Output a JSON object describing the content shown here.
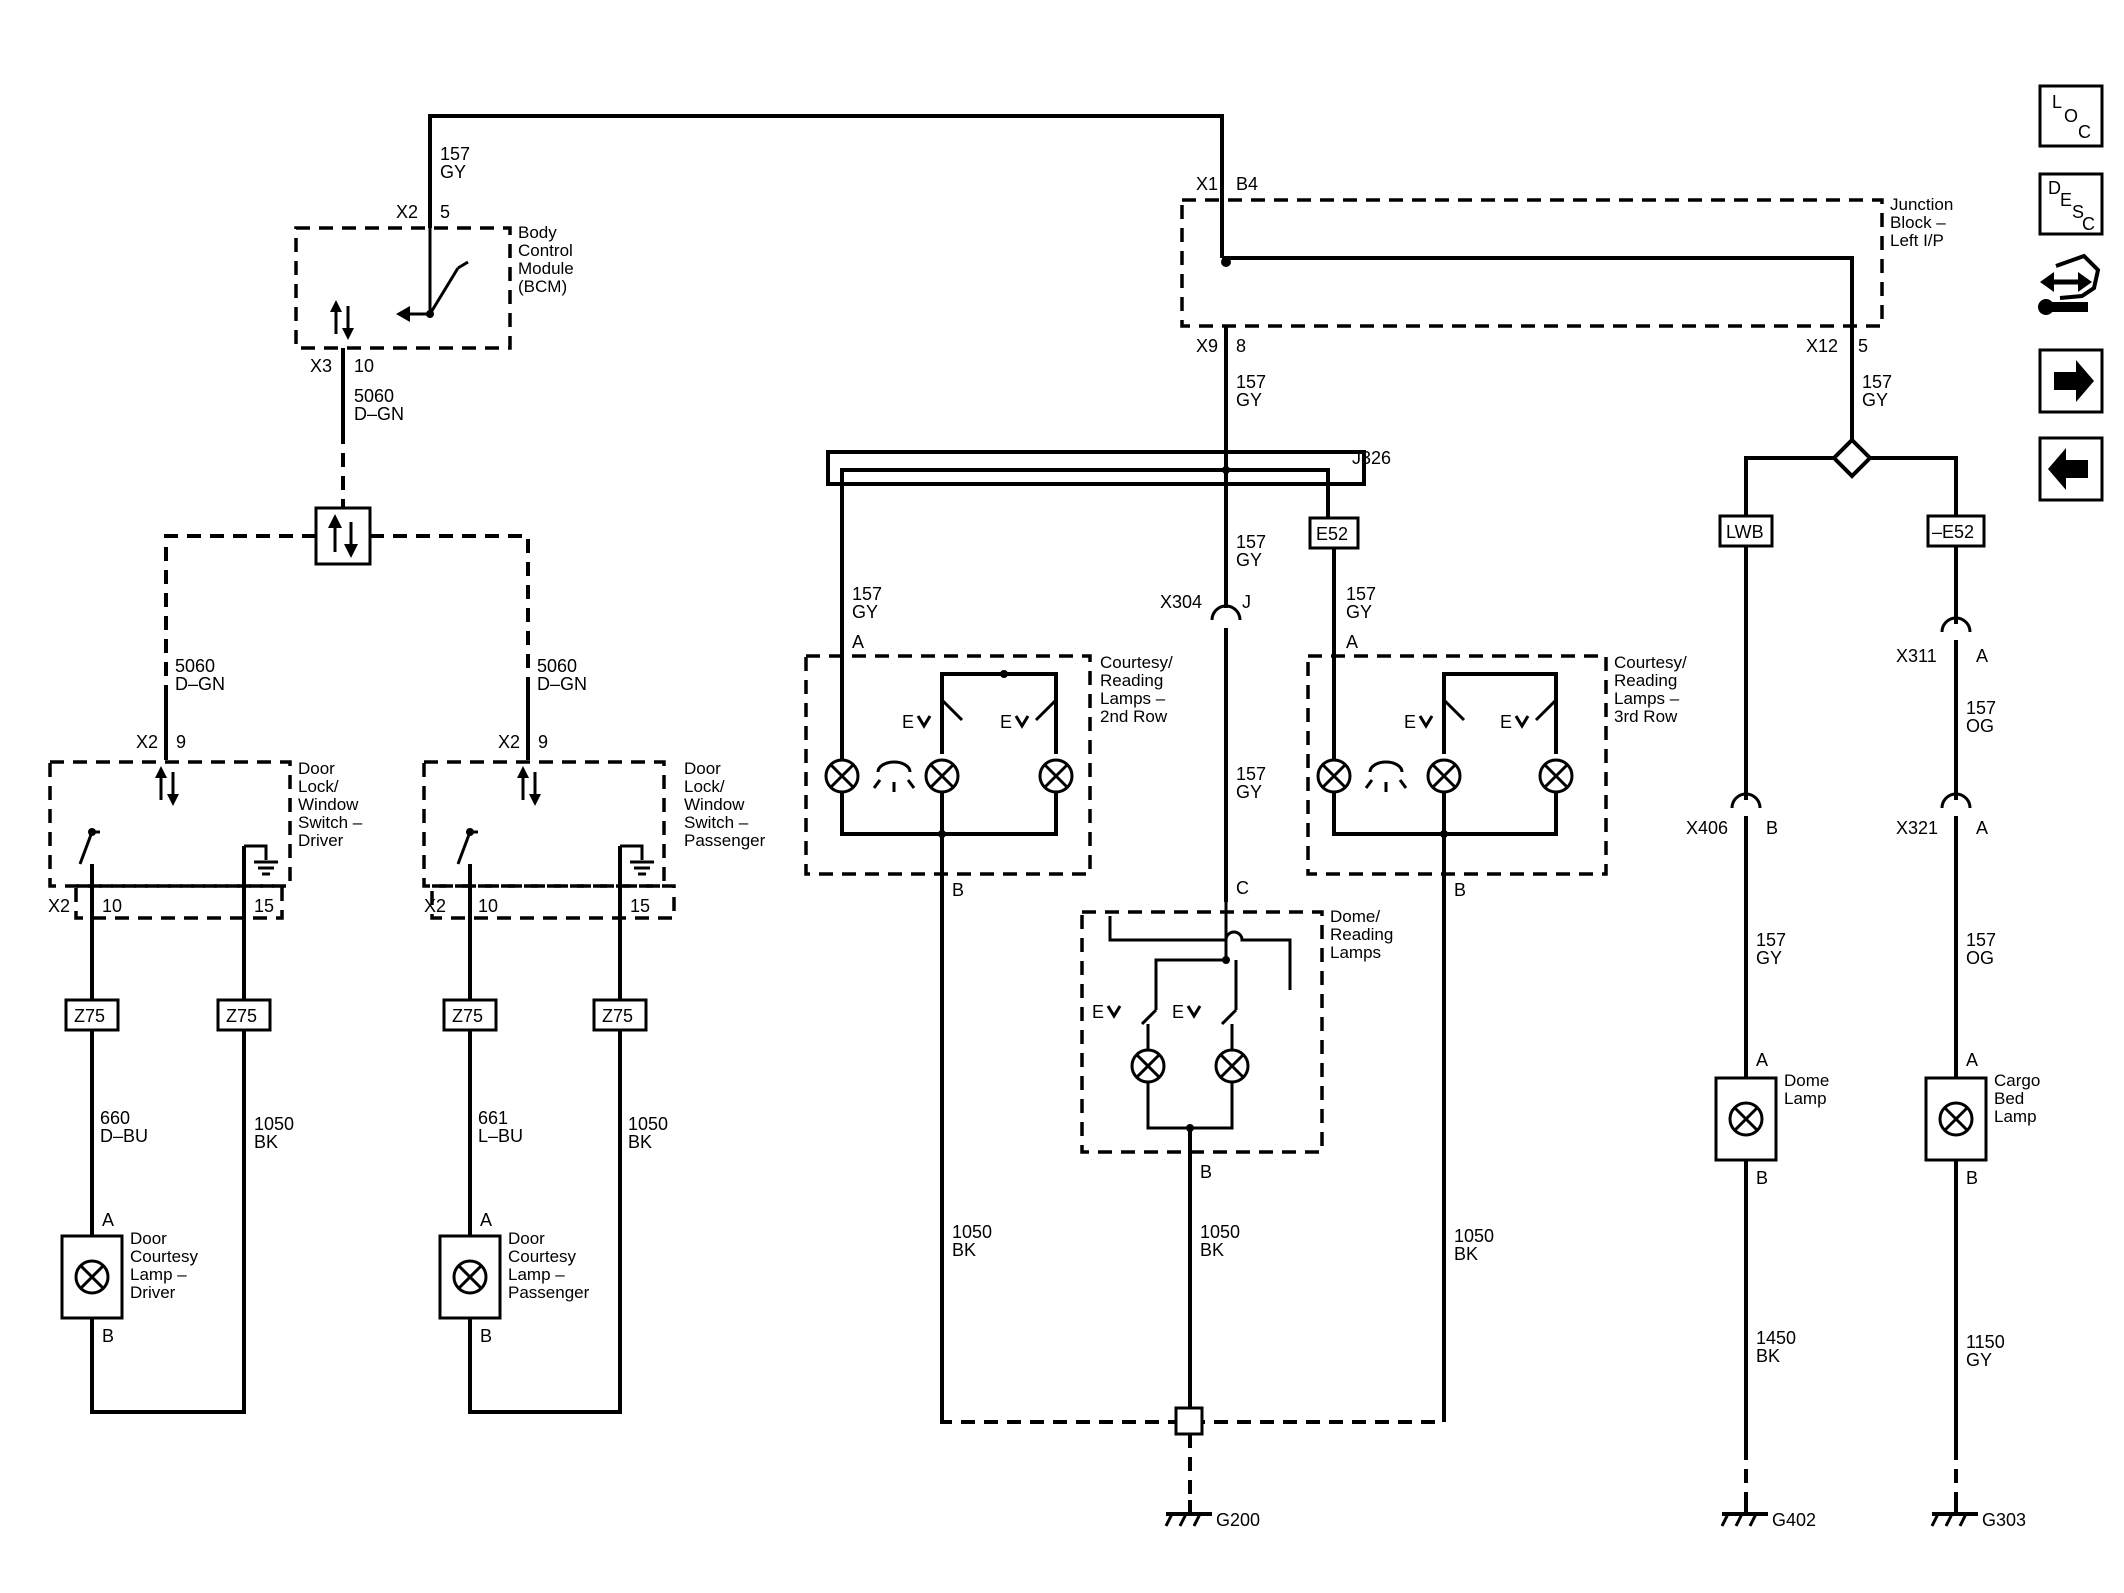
{
  "wires": {
    "w157_gy": [
      "157",
      "GY"
    ],
    "w157_og": [
      "157",
      "OG"
    ],
    "w5060_dgn": [
      "5060",
      "D–GN"
    ],
    "w660_dbu": [
      "660",
      "D–BU"
    ],
    "w661_lbu": [
      "661",
      "L–BU"
    ],
    "w1050_bk": [
      "1050",
      "BK"
    ],
    "w1450_bk": [
      "1450",
      "BK"
    ],
    "w1150_gy": [
      "1150",
      "GY"
    ]
  },
  "components": {
    "bcm": [
      "Body",
      "Control",
      "Module",
      "(BCM)"
    ],
    "junction_block": [
      "Junction",
      "Block –",
      "Left I/P"
    ],
    "door_switch_driver": [
      "Door",
      "Lock/",
      "Window",
      "Switch –",
      "Driver"
    ],
    "door_switch_passenger": [
      "Door",
      "Lock/",
      "Window",
      "Switch –",
      "Passenger"
    ],
    "courtesy_2nd": [
      "Courtesy/",
      "Reading",
      "Lamps –",
      "2nd Row"
    ],
    "courtesy_3rd": [
      "Courtesy/",
      "Reading",
      "Lamps –",
      "3rd Row"
    ],
    "dome_reading": [
      "Dome/",
      "Reading",
      "Lamps"
    ],
    "dome_lamp": [
      "Dome",
      "Lamp"
    ],
    "cargo_lamp": [
      "Cargo",
      "Bed",
      "Lamp"
    ],
    "door_lamp_driver": [
      "Door",
      "Courtesy",
      "Lamp –",
      "Driver"
    ],
    "door_lamp_passenger": [
      "Door",
      "Courtesy",
      "Lamp –",
      "Passenger"
    ]
  },
  "connectors": {
    "x1": "X1",
    "b4": "B4",
    "x2": "X2",
    "x3": "X3",
    "x9": "X9",
    "x12": "X12",
    "x304": "X304",
    "x311": "X311",
    "x321": "X321",
    "x406": "X406",
    "j326": "J326"
  },
  "pins": {
    "p5": "5",
    "p8": "8",
    "p9": "9",
    "p10": "10",
    "p15": "15",
    "a": "A",
    "b": "B",
    "c": "C",
    "j": "J"
  },
  "options": {
    "e52": "E52",
    "not_e52": "–E52",
    "lwb": "LWB",
    "z75": "Z75"
  },
  "grounds": {
    "g200": "G200",
    "g402": "G402",
    "g303": "G303"
  },
  "nav": {
    "loc": [
      "L",
      "O",
      "C"
    ],
    "desc": [
      "D",
      "E",
      "S",
      "C"
    ]
  }
}
